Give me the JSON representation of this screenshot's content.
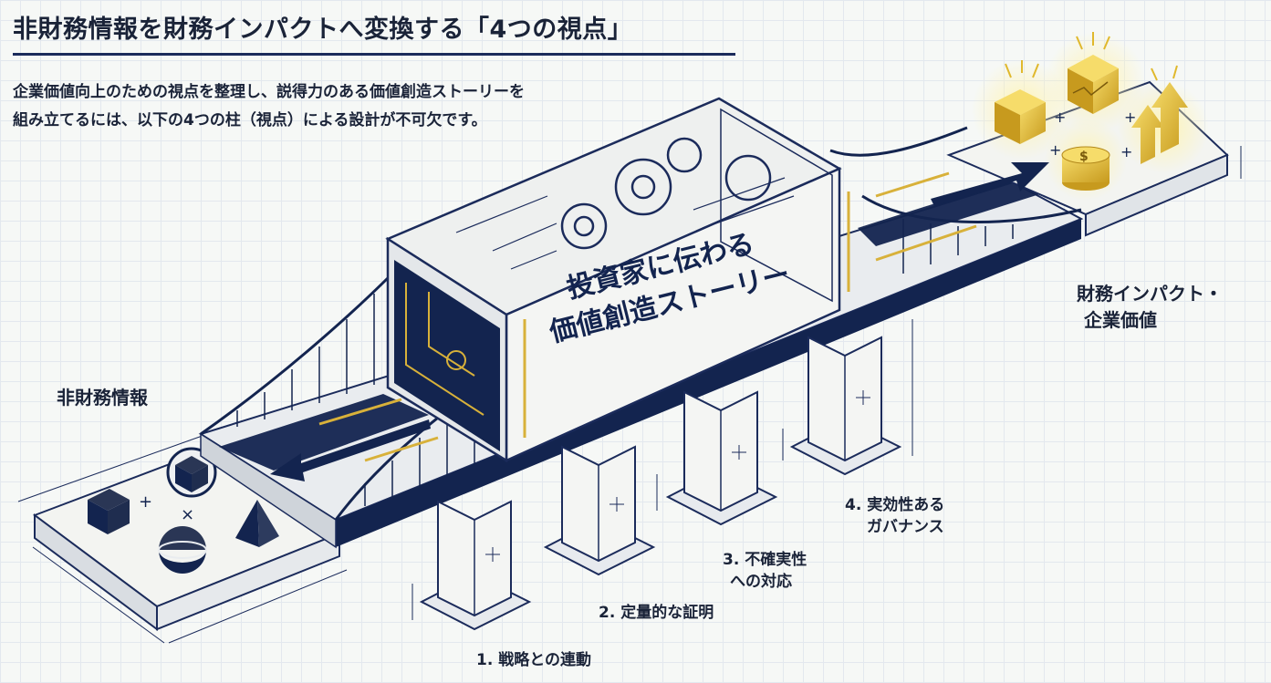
{
  "title": "非財務情報を財務インパクトへ変換する「4つの視点」",
  "intro": {
    "line1": "企業価値向上のための視点を整理し、説得力のある価値創造ストーリーを",
    "line2": "組み立てるには、以下の4つの柱（視点）による設計が不可欠です。"
  },
  "left_label": "非財務情報",
  "right_label": {
    "line1": "財務インパクト・",
    "line2": "企業価値"
  },
  "bridge_box": {
    "line1": "投資家に伝わる",
    "line2": "価値創造ストーリー"
  },
  "pillars": [
    {
      "line1": "1. 戦略との連動",
      "line2": ""
    },
    {
      "line1": "2. 定量的な証明",
      "line2": ""
    },
    {
      "line1": "3. 不確実性",
      "line2": "への対応"
    },
    {
      "line1": "4. 実効性ある",
      "line2": "ガバナンス"
    }
  ],
  "icons": {
    "left_objects": [
      "cube-icon",
      "sphere-cube-icon",
      "hemisphere-icon",
      "pyramid-icon"
    ],
    "right_objects": [
      "gold-cube-icon",
      "gold-chart-cube-icon",
      "coin-stack-icon",
      "rising-arrows-icon"
    ]
  },
  "colors": {
    "navy": "#13244f",
    "gold": "#d8b13a",
    "grid": "#e3e8ee",
    "panel": "#f4f5f3"
  }
}
